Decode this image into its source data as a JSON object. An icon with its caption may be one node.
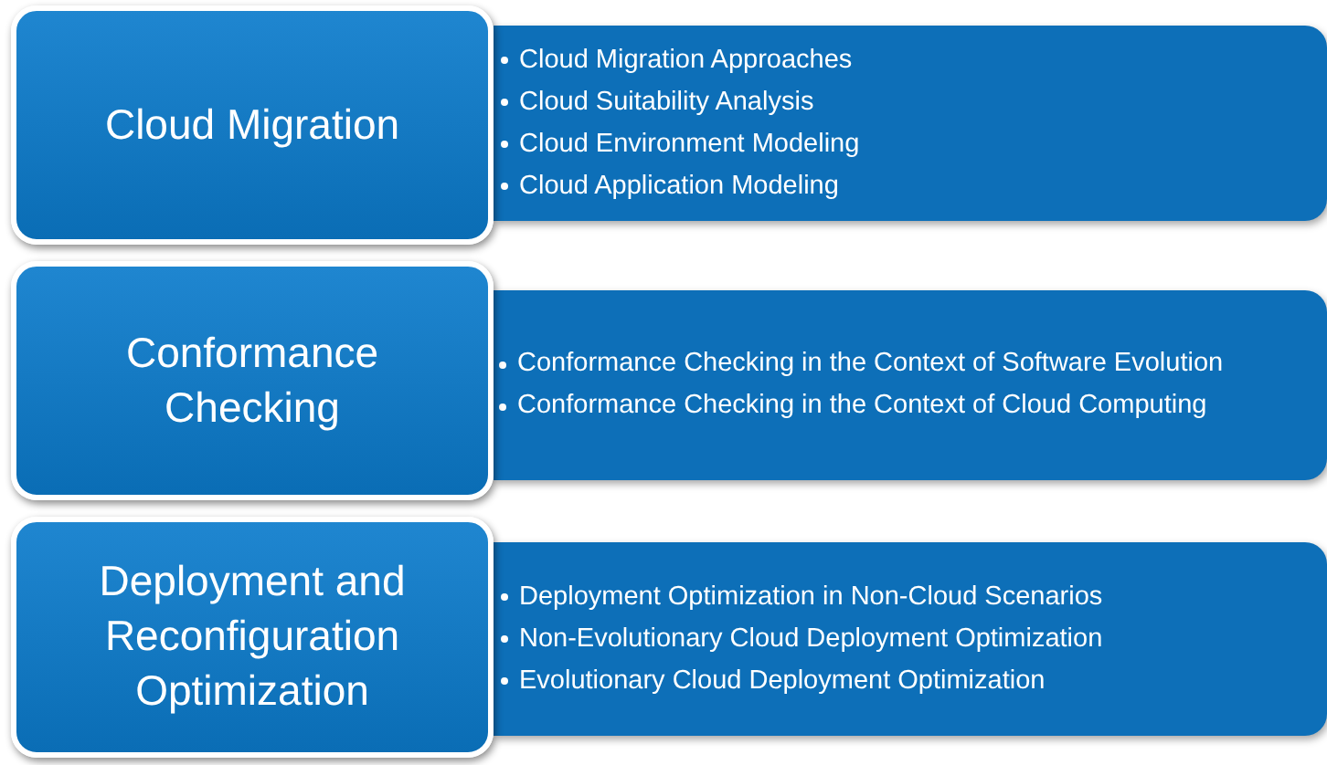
{
  "diagram": {
    "nodes": [
      {
        "text": [
          "Cloud Migration"
        ]
      },
      {
        "text": [
          "Cloud Migration Approaches",
          "Cloud Suitability Analysis",
          "Cloud Environment Modeling",
          "Cloud Application Modeling"
        ]
      },
      {
        "text": [
          "Conformance Checking"
        ]
      },
      {
        "text": [
          "Conformance Checking in the Context of Software Evolution",
          "Conformance Checking in the Context of Cloud Computing"
        ]
      },
      {
        "text": [
          "Deployment and Reconfiguration Optimization"
        ]
      },
      {
        "text": [
          "Deployment Optimization in Non-Cloud Scenarios",
          "Non-Evolutionary Cloud Deployment Optimization",
          "Evolutionary Cloud Deployment Optimization"
        ]
      }
    ]
  }
}
